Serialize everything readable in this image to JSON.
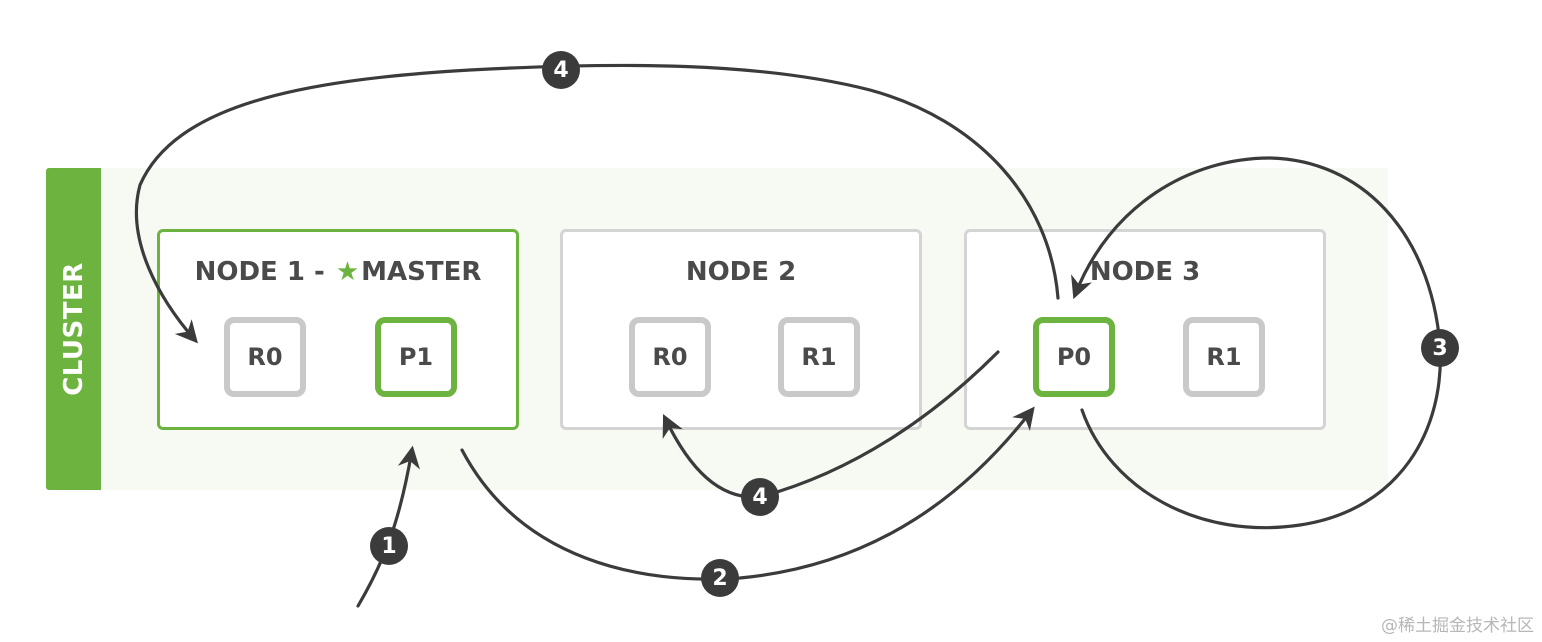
{
  "cluster": {
    "label": "CLUSTER"
  },
  "nodes": [
    {
      "title_prefix": "NODE 1 -",
      "master_icon": "star-icon",
      "title_suffix": "MASTER",
      "shards": [
        {
          "label": "R0",
          "kind": "replica"
        },
        {
          "label": "P1",
          "kind": "primary"
        }
      ]
    },
    {
      "title": "NODE 2",
      "shards": [
        {
          "label": "R0",
          "kind": "replica"
        },
        {
          "label": "R1",
          "kind": "replica"
        }
      ]
    },
    {
      "title": "NODE 3",
      "shards": [
        {
          "label": "P0",
          "kind": "primary"
        },
        {
          "label": "R1",
          "kind": "replica"
        }
      ]
    }
  ],
  "steps": {
    "step_1": "1",
    "step_2": "2",
    "step_3": "3",
    "step_4_top": "4",
    "step_4_bottom": "4"
  },
  "watermark": "@稀土掘金技术社区",
  "colors": {
    "accent_green": "#6db33f",
    "shard_gray": "#c9c9c9",
    "arrow_dark": "#3b3b3b",
    "text_dark": "#4a4a4a"
  }
}
